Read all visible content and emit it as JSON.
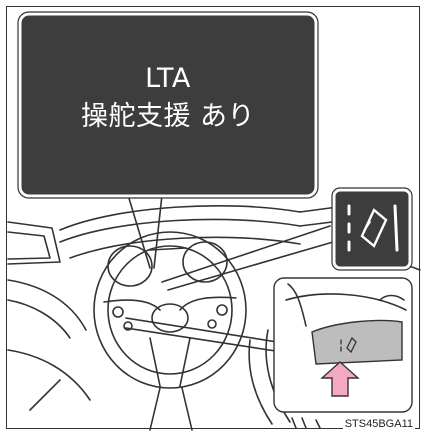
{
  "callout": {
    "line1": "LTA",
    "line2": "操舵支援 あり"
  },
  "caption": "STS45BGA11",
  "colors": {
    "callout_bg": "#3d3d3d",
    "icon_bg": "#3d3d3d",
    "switch_panel": "#bdbdbd",
    "arrow_fill": "#f3a9bf",
    "line": "#333333"
  },
  "icons": {
    "lta_indicator": "lane-tracing-assist-icon",
    "lta_switch": "lane-tracing-assist-switch-icon"
  }
}
